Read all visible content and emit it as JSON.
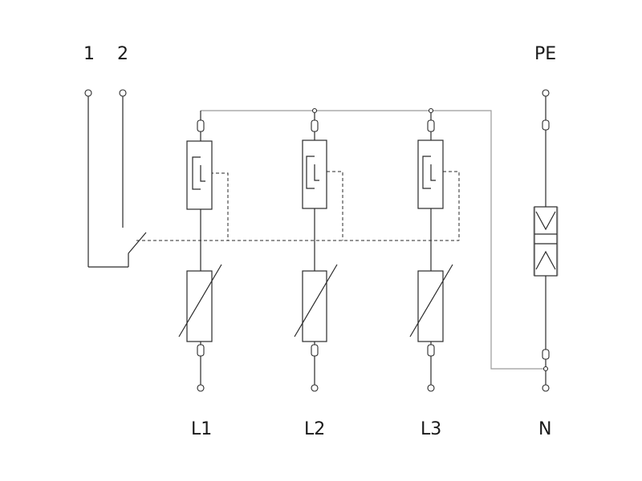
{
  "labels": {
    "contact_1": "1",
    "contact_2": "2",
    "pe": "PE",
    "l1": "L1",
    "l2": "L2",
    "l3": "L3",
    "n": "N"
  }
}
